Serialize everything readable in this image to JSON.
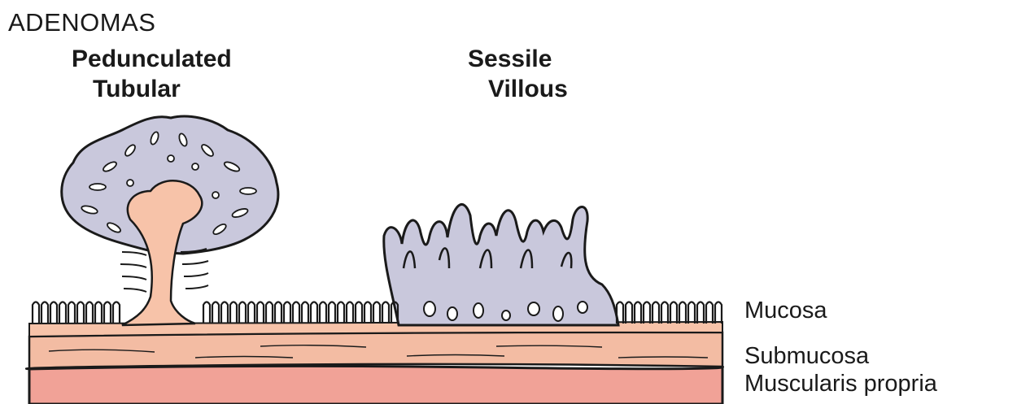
{
  "heading": "ADENOMAS",
  "polyps": {
    "pedunculated": {
      "line1": "Pedunculated",
      "line2": "Tubular"
    },
    "sessile": {
      "line1": "Sessile",
      "line2": "Villous"
    }
  },
  "layers": {
    "mucosa": "Mucosa",
    "submucosa": "Submucosa",
    "muscularis": "Muscularis propria"
  },
  "colors": {
    "mucosa_fill": "#f7c3a9",
    "submucosa_fill": "#f3bca3",
    "muscularis_fill": "#f1a297",
    "adenoma_fill": "#c9c8dc",
    "outline": "#1a1a1a"
  }
}
